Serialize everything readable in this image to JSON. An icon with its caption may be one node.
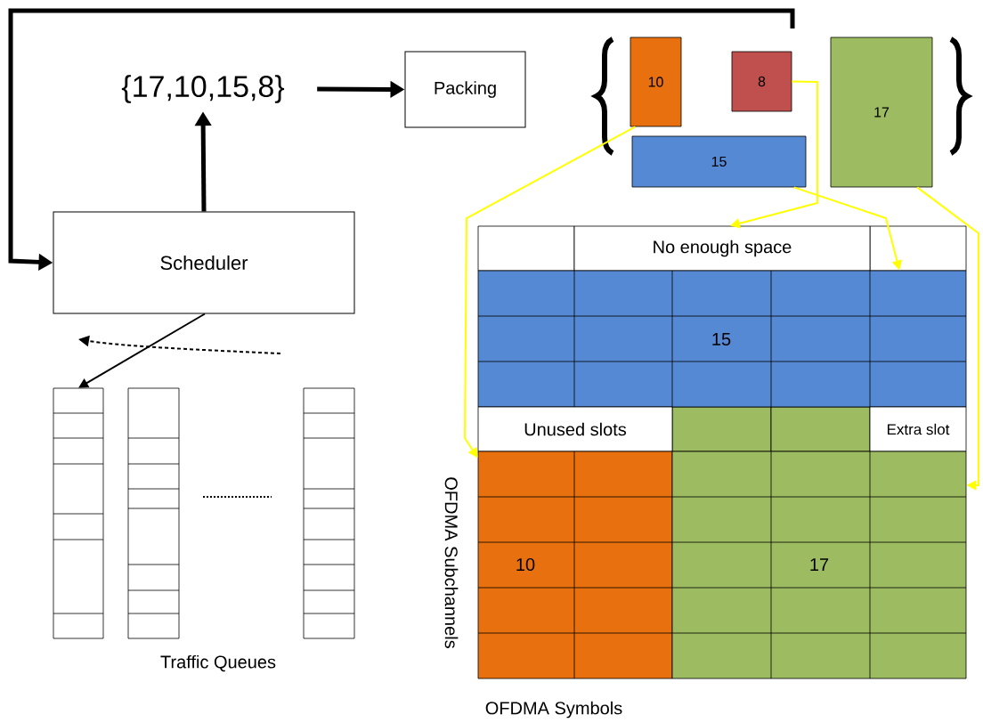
{
  "diagram": {
    "nodes": [
      {
        "text": [
          "{17,10,15,8}"
        ]
      },
      {
        "text": [
          "Packing"
        ]
      },
      {
        "text": [
          "10"
        ]
      },
      {
        "text": [
          "8"
        ]
      },
      {
        "text": [
          "15"
        ]
      },
      {
        "text": [
          "17"
        ]
      },
      {
        "text": [
          "Scheduler"
        ]
      },
      {
        "text": [],
        "shape": "box"
      },
      {
        "text": [],
        "shape": "box"
      },
      {
        "text": [],
        "shape": "box"
      },
      {
        "text": [
          "No enough space"
        ]
      },
      {
        "text": [
          "15"
        ]
      },
      {
        "text": [
          "Unused slots"
        ]
      },
      {
        "text": [
          "Extra slot"
        ]
      },
      {
        "text": [
          "10"
        ]
      },
      {
        "text": [
          "17"
        ]
      }
    ],
    "edges": [
      {
        "from": 6,
        "to": 0,
        "arrow": "to",
        "style": "thick"
      },
      {
        "from": 0,
        "to": 1,
        "arrow": "to",
        "style": "thick"
      },
      {
        "from": null,
        "to": 6,
        "arrow": "to",
        "style": "thick"
      },
      {
        "from": 6,
        "to": 7,
        "arrow": "to"
      },
      {
        "from": 2,
        "to": 14,
        "arrow": "to",
        "color": "#ffff00"
      },
      {
        "from": 3,
        "to": 10,
        "arrow": "to",
        "color": "#ffff00"
      },
      {
        "from": 4,
        "to": 11,
        "arrow": "to",
        "color": "#ffff00"
      },
      {
        "from": 5,
        "to": 15,
        "arrow": "to",
        "color": "#ffff00"
      }
    ],
    "labels": [
      "Traffic Queues",
      "OFDMA Subchannels",
      "OFDMA Symbols"
    ]
  }
}
